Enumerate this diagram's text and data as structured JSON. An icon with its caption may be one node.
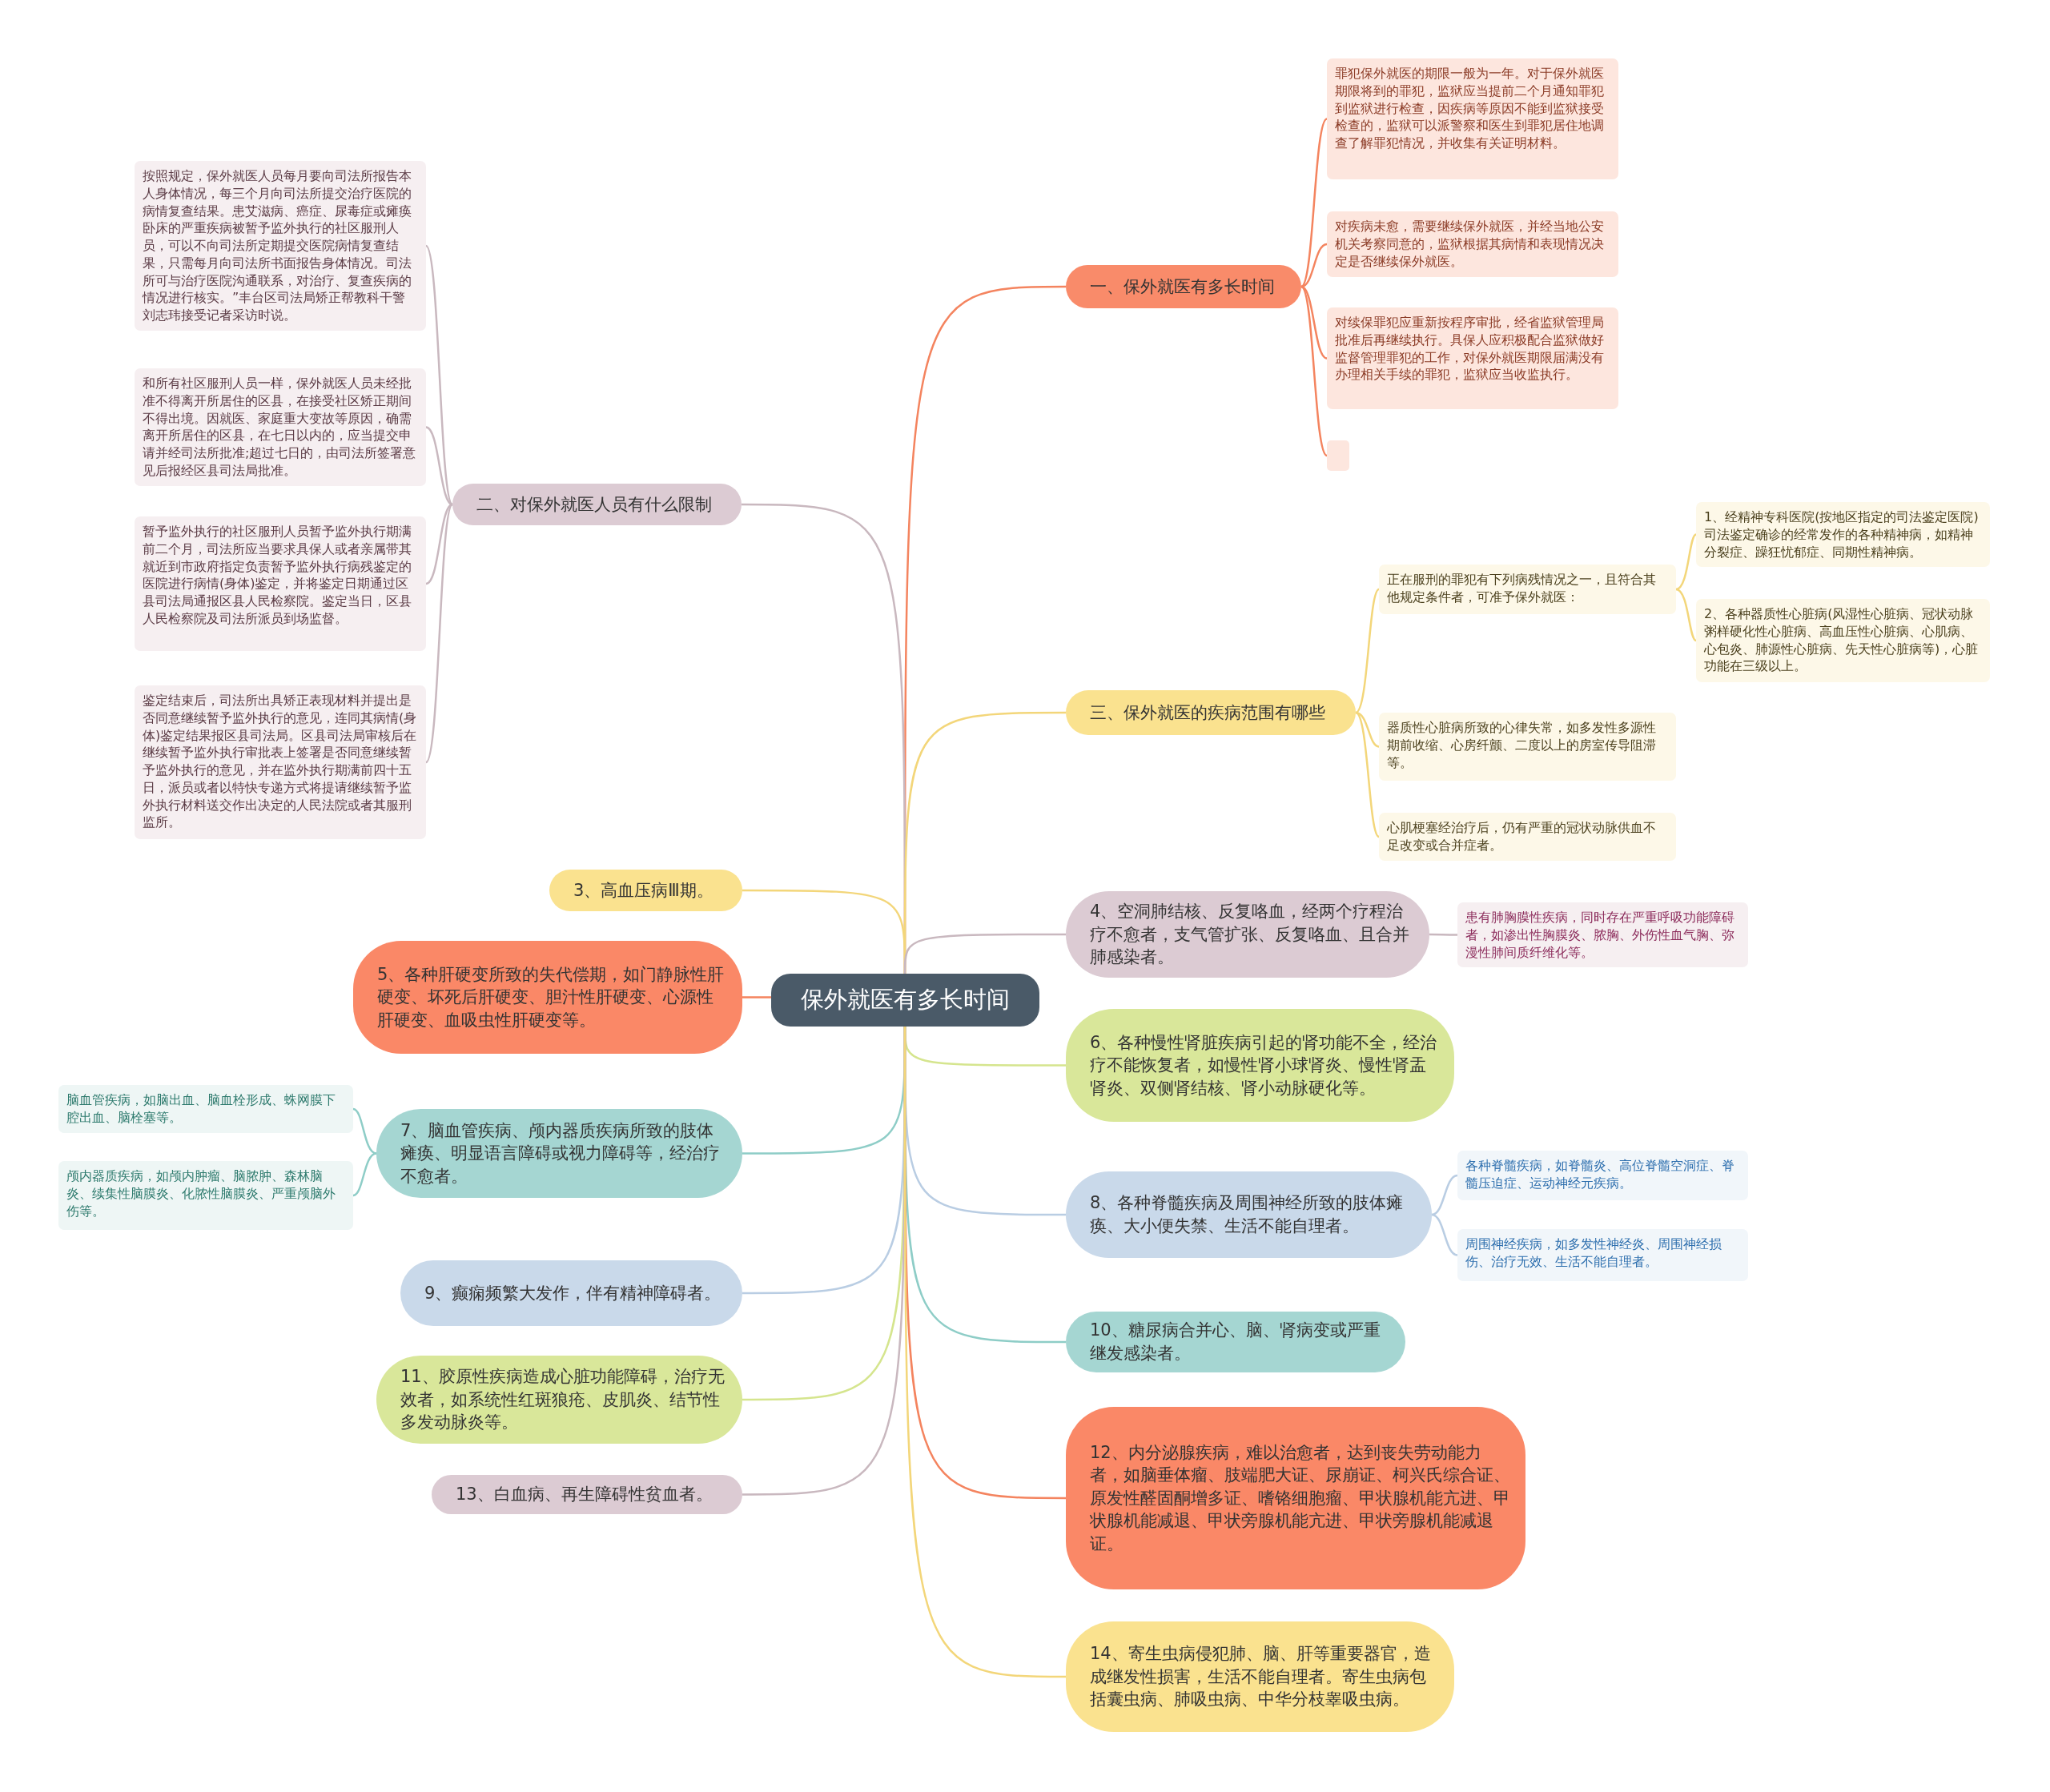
{
  "diagram": {
    "nodes": [
      {
        "text": [
          "保外就医有多长时间"
        ]
      },
      {
        "text": [
          "一、保外就医有多长时间"
        ]
      },
      {
        "text": [
          "罪犯保外就医的期限一般为一年。对于保外就医期限将到的罪犯，监狱应当提前二个月通知罪犯到监狱进行检查，因疾病等原因不能到监狱接受检查的，监狱可以派警察和医生到罪犯居住地调查了解罪犯情况，并收集有关证明材料。"
        ]
      },
      {
        "text": [
          "对疾病未愈，需要继续保外就医，并经当地公安机关考察同意的，监狱根据其病情和表现情况决定是否继续保外就医。"
        ]
      },
      {
        "text": [
          "对续保罪犯应重新按程序审批，经省监狱管理局批准后再继续执行。具保人应积极配合监狱做好监督管理罪犯的工作，对保外就医期限届满没有办理相关手续的罪犯，监狱应当收监执行。"
        ]
      },
      {
        "text": [],
        "shape": "box"
      },
      {
        "text": [
          "二、对保外就医人员有什么限制"
        ]
      },
      {
        "text": [
          "按照规定，保外就医人员每月要向司法所报告本人身体情况，每三个月向司法所提交治疗医院的病情复查结果。患艾滋病、癌症、尿毒症或瘫痪卧床的严重疾病被暂予监外执行的社区服刑人员，可以不向司法所定期提交医院病情复查结果，只需每月向司法所书面报告身体情况。司法所可与治疗医院沟通联系，对治疗、复查疾病的情况进行核实。”丰台区司法局矫正帮教科干警刘志玮接受记者采访时说。"
        ]
      },
      {
        "text": [
          "和所有社区服刑人员一样，保外就医人员未经批准不得离开所居住的区县，在接受社区矫正期间不得出境。因就医、家庭重大变故等原因，确需离开所居住的区县，在七日以内的，应当提交申请并经司法所批准;超过七日的，由司法所签署意见后报经区县司法局批准。"
        ]
      },
      {
        "text": [
          "暂予监外执行的社区服刑人员暂予监外执行期满前二个月，司法所应当要求具保人或者亲属带其就近到市政府指定负责暂予监外执行病残鉴定的医院进行病情(身体)鉴定，并将鉴定日期通过区县司法局通报区县人民检察院。鉴定当日，区县人民检察院及司法所派员到场监督。"
        ]
      },
      {
        "text": [
          "鉴定结束后，司法所出具矫正表现材料并提出是否同意继续暂予监外执行的意见，连同其病情(身体)鉴定结果报区县司法局。区县司法局审核后在继续暂予监外执行审批表上签署是否同意继续暂予监外执行的意见，并在监外执行期满前四十五日，派员或者以特快专递方式将提请继续暂予监外执行材料送交作出决定的人民法院或者其服刑监所。"
        ]
      },
      {
        "text": [
          "三、保外就医的疾病范围有哪些"
        ]
      },
      {
        "text": [
          "正在服刑的罪犯有下列病残情况之一，且符合其他规定条件者，可准予保外就医："
        ]
      },
      {
        "text": [
          "1、经精神专科医院(按地区指定的司法鉴定医院)司法鉴定确诊的经常发作的各种精神病，如精神分裂症、躁狂忧郁症、同期性精神病。"
        ]
      },
      {
        "text": [
          "2、各种器质性心脏病(风湿性心脏病、冠状动脉粥样硬化性心脏病、高血压性心脏病、心肌病、心包炎、肺源性心脏病、先天性心脏病等)，心脏功能在三级以上。"
        ]
      },
      {
        "text": [
          "器质性心脏病所致的心律失常，如多发性多源性期前收缩、心房纤颤、二度以上的房室传导阻滞等。"
        ]
      },
      {
        "text": [
          "心肌梗塞经治疗后，仍有严重的冠状动脉供血不足改变或合并症者。"
        ]
      },
      {
        "text": [
          "3、高血压病Ⅲ期。"
        ]
      },
      {
        "text": [
          "4、空洞肺结核、反复咯血，经两个疗程治疗不愈者，支气管扩张、反复咯血、且合并肺感染者。"
        ]
      },
      {
        "text": [
          "患有肺胸膜性疾病，同时存在严重呼吸功能障碍者，如渗出性胸膜炎、脓胸、外伤性血气胸、弥漫性肺间质纤维化等。"
        ]
      },
      {
        "text": [
          "5、各种肝硬变所致的失代偿期，如门静脉性肝硬变、坏死后肝硬变、胆汁性肝硬变、心源性肝硬变、血吸虫性肝硬变等。"
        ]
      },
      {
        "text": [
          "6、各种慢性肾脏疾病引起的肾功能不全，经治疗不能恢复者，如慢性肾小球肾炎、慢性肾盂肾炎、双侧肾结核、肾小动脉硬化等。"
        ]
      },
      {
        "text": [
          "7、脑血管疾病、颅内器质疾病所致的肢体瘫痪、明显语言障碍或视力障碍等，经治疗不愈者。"
        ]
      },
      {
        "text": [
          "脑血管疾病，如脑出血、脑血栓形成、蛛网膜下腔出血、脑栓塞等。"
        ]
      },
      {
        "text": [
          "颅内器质疾病，如颅内肿瘤、脑脓肿、森林脑炎、续集性脑膜炎、化脓性脑膜炎、严重颅脑外伤等。"
        ]
      },
      {
        "text": [
          "8、各种脊髓疾病及周围神经所致的肢体瘫痪、大小便失禁、生活不能自理者。"
        ]
      },
      {
        "text": [
          "各种脊髓疾病，如脊髓炎、高位脊髓空洞症、脊髓压迫症、运动神经元疾病。"
        ]
      },
      {
        "text": [
          "周围神经疾病，如多发性神经炎、周围神经损伤、治疗无效、生活不能自理者。"
        ]
      },
      {
        "text": [
          "9、癫痫频繁大发作，伴有精神障碍者。"
        ]
      },
      {
        "text": [
          "10、糖尿病合并心、脑、肾病变或严重继发感染者。"
        ]
      },
      {
        "text": [
          "11、胶原性疾病造成心脏功能障碍，治疗无效者，如系统性红斑狼疮、皮肌炎、结节性多发动脉炎等。"
        ]
      },
      {
        "text": [
          "12、内分泌腺疾病，难以治愈者，达到丧失劳动能力者，如脑垂体瘤、肢端肥大证、尿崩证、柯兴氏综合证、原发性醛固酮增多证、嗜铬细胞瘤、甲状腺机能亢进、甲状腺机能减退、甲状旁腺机能亢进、甲状旁腺机能减退证。"
        ]
      },
      {
        "text": [
          "13、白血病、再生障碍性贫血者。"
        ]
      },
      {
        "text": [
          "14、寄生虫病侵犯肺、脑、肝等重要器官，造成继发性损害，生活不能自理者。寄生虫病包括囊虫病、肺吸虫病、中华分枝睾吸虫病。"
        ]
      }
    ],
    "edges": [
      {
        "from": 0,
        "to": 1,
        "arrow": "none",
        "color": "#f4845f"
      },
      {
        "from": 1,
        "to": 2,
        "arrow": "none",
        "color": "#f4845f"
      },
      {
        "from": 1,
        "to": 3,
        "arrow": "none",
        "color": "#f4845f"
      },
      {
        "from": 1,
        "to": 4,
        "arrow": "none",
        "color": "#f4845f"
      },
      {
        "from": 1,
        "to": 5,
        "arrow": "none",
        "color": "#f4845f"
      },
      {
        "from": 0,
        "to": 6,
        "arrow": "none",
        "color": "#c9b8bf"
      },
      {
        "from": 6,
        "to": 7,
        "arrow": "none",
        "color": "#c9b8bf"
      },
      {
        "from": 6,
        "to": 8,
        "arrow": "none",
        "color": "#c9b8bf"
      },
      {
        "from": 6,
        "to": 9,
        "arrow": "none",
        "color": "#c9b8bf"
      },
      {
        "from": 6,
        "to": 10,
        "arrow": "none",
        "color": "#c9b8bf"
      },
      {
        "from": 0,
        "to": 11,
        "arrow": "none",
        "color": "#f3d67a"
      },
      {
        "from": 11,
        "to": 12,
        "arrow": "none",
        "color": "#f3d67a"
      },
      {
        "from": 12,
        "to": 13,
        "arrow": "none",
        "color": "#f3d67a"
      },
      {
        "from": 12,
        "to": 14,
        "arrow": "none",
        "color": "#f3d67a"
      },
      {
        "from": 11,
        "to": 15,
        "arrow": "none",
        "color": "#f3d67a"
      },
      {
        "from": 11,
        "to": 16,
        "arrow": "none",
        "color": "#f3d67a"
      },
      {
        "from": 0,
        "to": 17,
        "arrow": "none",
        "color": "#f3d67a"
      },
      {
        "from": 0,
        "to": 18,
        "arrow": "none",
        "color": "#c9b8bf"
      },
      {
        "from": 18,
        "to": 19,
        "arrow": "none",
        "color": "#c9b8bf"
      },
      {
        "from": 0,
        "to": 20,
        "arrow": "none",
        "color": "#f4845f"
      },
      {
        "from": 0,
        "to": 21,
        "arrow": "none",
        "color": "#d5e58e"
      },
      {
        "from": 0,
        "to": 22,
        "arrow": "none",
        "color": "#8ecdc7"
      },
      {
        "from": 22,
        "to": 23,
        "arrow": "none",
        "color": "#8ecdc7"
      },
      {
        "from": 22,
        "to": 24,
        "arrow": "none",
        "color": "#8ecdc7"
      },
      {
        "from": 0,
        "to": 25,
        "arrow": "none",
        "color": "#b9cde3"
      },
      {
        "from": 25,
        "to": 26,
        "arrow": "none",
        "color": "#b9cde3"
      },
      {
        "from": 25,
        "to": 27,
        "arrow": "none",
        "color": "#b9cde3"
      },
      {
        "from": 0,
        "to": 28,
        "arrow": "none",
        "color": "#b9cde3"
      },
      {
        "from": 0,
        "to": 29,
        "arrow": "none",
        "color": "#8ecdc7"
      },
      {
        "from": 0,
        "to": 30,
        "arrow": "none",
        "color": "#d5e58e"
      },
      {
        "from": 0,
        "to": 31,
        "arrow": "none",
        "color": "#f4845f"
      },
      {
        "from": 0,
        "to": 32,
        "arrow": "none",
        "color": "#c9b8bf"
      },
      {
        "from": 0,
        "to": 33,
        "arrow": "none",
        "color": "#f3d67a"
      }
    ]
  }
}
